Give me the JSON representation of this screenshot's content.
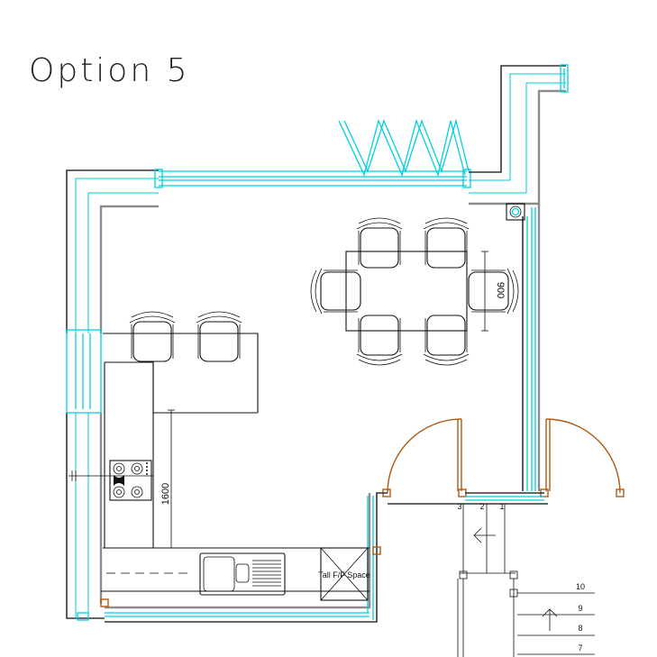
{
  "title": "Option 5",
  "dimensions": {
    "table_width": "900",
    "run_length": "1600"
  },
  "appliance_label": "Tall F/F Space",
  "step_numbers": [
    "3",
    "2",
    "1"
  ],
  "stair_numbers": [
    "10",
    "9",
    "8",
    "7"
  ],
  "colors": {
    "wall": "#333333",
    "wall_fill": "#8c8c8c",
    "glazing": "#00d0e0",
    "door_swing": "#b05a10",
    "linework": "#111111"
  }
}
